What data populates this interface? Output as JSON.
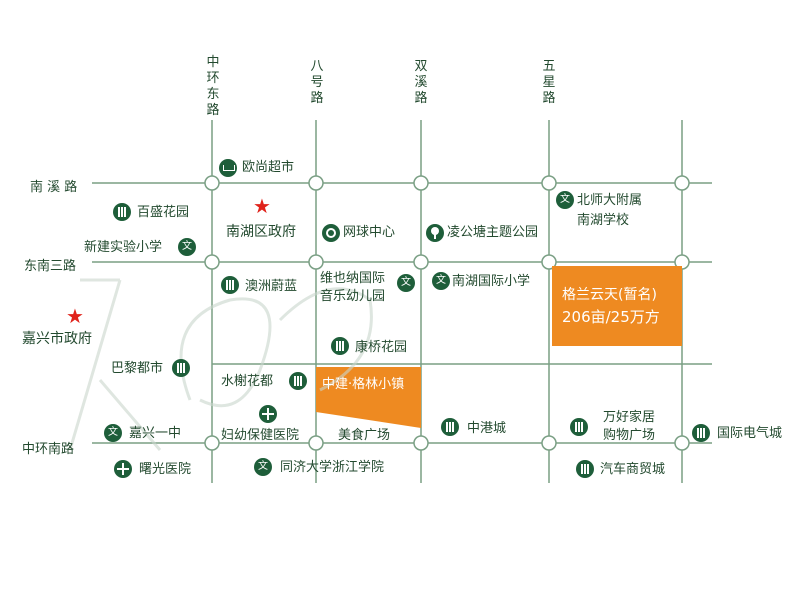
{
  "colors": {
    "road": "#7a9f84",
    "node": "#7a9f84",
    "icon": "#1e5e3a",
    "text": "#234a2f",
    "star": "#e0231b",
    "highlight": "#ee8a21"
  },
  "roads": {
    "h1": "南 溪 路",
    "h2": "东南三路",
    "h3": "中环南路",
    "v1": "中环东路",
    "v2": "八号路",
    "v3": "双溪路",
    "v4": "五星路"
  },
  "places": {
    "oushang": "欧尚超市",
    "baisheng": "百盛花园",
    "nanhu_gov": "南湖区政府",
    "tennis": "网球中心",
    "linggong": "凌公塘主题公园",
    "beishi_1": "北师大附属",
    "beishi_2": "南湖学校",
    "xinjian": "新建实验小学",
    "aozhou": "澳洲蔚蓝",
    "vienna_1": "维也纳国际",
    "vienna_2": "音乐幼儿园",
    "nanhu_intl": "南湖国际小学",
    "jiaxing_gov": "嘉兴市政府",
    "kangqiao": "康桥花园",
    "bali": "巴黎都市",
    "shuixie": "水榭花都",
    "fuyou": "妇幼保健医院",
    "meishi": "美食广场",
    "zhonggang": "中港城",
    "wanhao_1": "万好家居",
    "wanhao_2": "购物广场",
    "guoji_dianqi": "国际电气城",
    "jiaxing_no1": "嘉兴一中",
    "shuguang": "曙光医院",
    "tongji": "同济大学浙江学院",
    "qiche": "汽车商贸城"
  },
  "highlights": {
    "gelan_1": "格兰云天(暂名)",
    "gelan_2": "206亩/25万方",
    "zhongjian": "中建·格林小镇"
  },
  "icons": {
    "school": "文"
  }
}
